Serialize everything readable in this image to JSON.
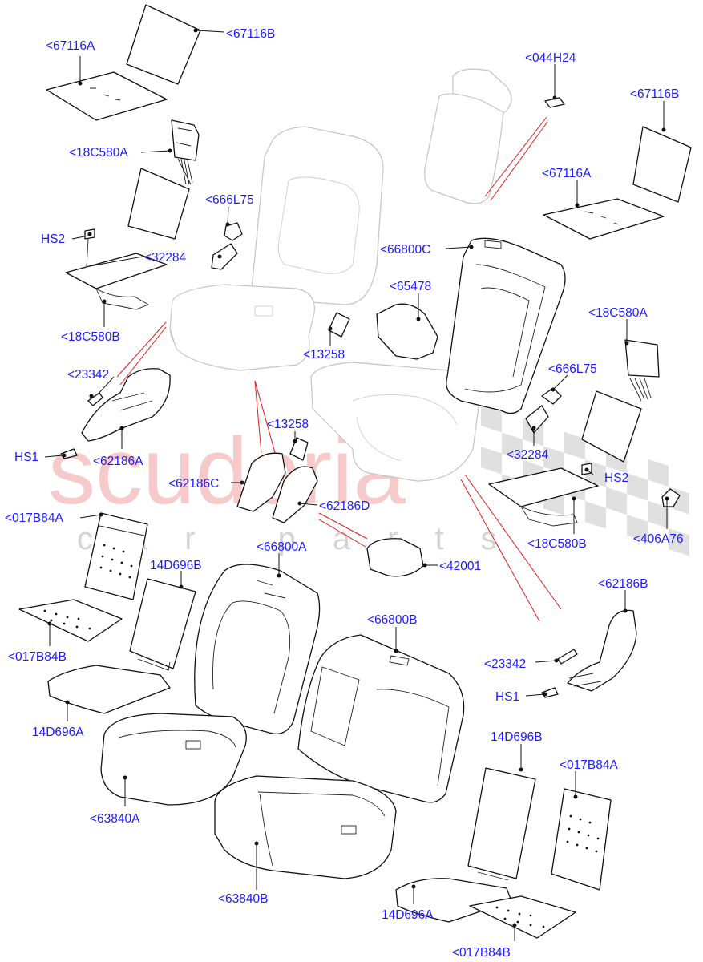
{
  "watermark": {
    "brand": "scuderia",
    "subtitle": "car parts"
  },
  "callouts": [
    {
      "id": "c01",
      "text": "<67116A"
    },
    {
      "id": "c02",
      "text": "<67116B"
    },
    {
      "id": "c03",
      "text": "<18C580A"
    },
    {
      "id": "c04",
      "text": "<666L75"
    },
    {
      "id": "c05",
      "text": "HS2"
    },
    {
      "id": "c06",
      "text": "<32284"
    },
    {
      "id": "c07",
      "text": "<18C580B"
    },
    {
      "id": "c08",
      "text": "<13258"
    },
    {
      "id": "c09",
      "text": "<23342"
    },
    {
      "id": "c10",
      "text": "HS1"
    },
    {
      "id": "c11",
      "text": "<62186A"
    },
    {
      "id": "c12",
      "text": "<13258"
    },
    {
      "id": "c13",
      "text": "<62186C"
    },
    {
      "id": "c14",
      "text": "<62186D"
    },
    {
      "id": "c15",
      "text": "<044H24"
    },
    {
      "id": "c16",
      "text": "<67116B"
    },
    {
      "id": "c17",
      "text": "<67116A"
    },
    {
      "id": "c18",
      "text": "<66800C"
    },
    {
      "id": "c19",
      "text": "<65478"
    },
    {
      "id": "c20",
      "text": "<18C580A"
    },
    {
      "id": "c21",
      "text": "<666L75"
    },
    {
      "id": "c22",
      "text": "<32284"
    },
    {
      "id": "c23",
      "text": "HS2"
    },
    {
      "id": "c24",
      "text": "<406A76"
    },
    {
      "id": "c25",
      "text": "<18C580B"
    },
    {
      "id": "c26",
      "text": "<017B84A"
    },
    {
      "id": "c27",
      "text": "14D696B"
    },
    {
      "id": "c28",
      "text": "<66800A"
    },
    {
      "id": "c29",
      "text": "<42001"
    },
    {
      "id": "c30",
      "text": "<017B84B"
    },
    {
      "id": "c31",
      "text": "14D696A"
    },
    {
      "id": "c32",
      "text": "<66800B"
    },
    {
      "id": "c33",
      "text": "<62186B"
    },
    {
      "id": "c34",
      "text": "<23342"
    },
    {
      "id": "c35",
      "text": "HS1"
    },
    {
      "id": "c36",
      "text": "<63840A"
    },
    {
      "id": "c37",
      "text": "14D696B"
    },
    {
      "id": "c38",
      "text": "<017B84A"
    },
    {
      "id": "c39",
      "text": "<63840B"
    },
    {
      "id": "c40",
      "text": "14D696A"
    },
    {
      "id": "c41",
      "text": "<017B84B"
    }
  ]
}
